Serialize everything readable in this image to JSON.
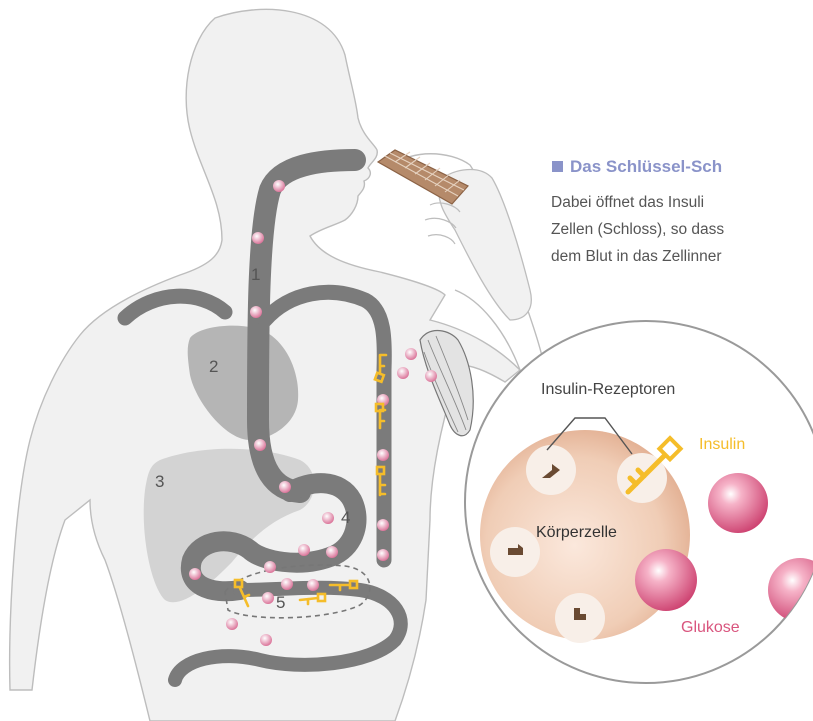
{
  "heading": "Das Schlüssel-Sch",
  "paragraph_lines": [
    "Dabei öffnet das Insuli",
    "Zellen (Schloss), so dass",
    "dem Blut in das Zellinner"
  ],
  "labels": {
    "receptors": "Insulin-Rezeptoren",
    "insulin": "Insulin",
    "cell": "Körperzelle",
    "glucose": "Glukose"
  },
  "numbers": [
    "1",
    "2",
    "3",
    "4",
    "5"
  ],
  "colors": {
    "heading": "#8a93c9",
    "insulin": "#f5bd2a",
    "glucose": "#d9557e",
    "tract": "#7a7a7a",
    "organ": "#b9b9b9"
  }
}
